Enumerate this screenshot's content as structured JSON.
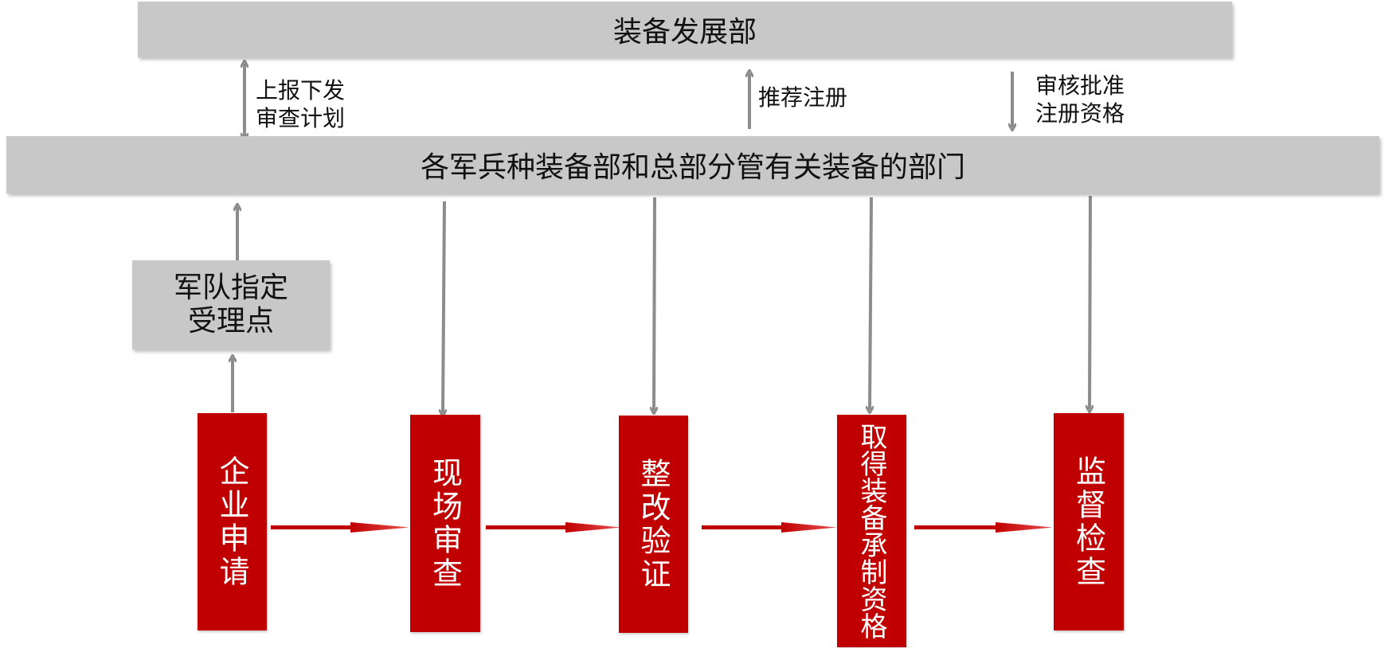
{
  "top_department": "装备发展部",
  "middle_department": "各军兵种装备部和总部分管有关装备的部门",
  "acceptance_point": "军队指定受理点",
  "labels": {
    "report_line1": "上报下发",
    "report_line2": "审查计划",
    "recommend": "推荐注册",
    "approve_line1": "审核批准",
    "approve_line2": "注册资格"
  },
  "steps": [
    {
      "label": "企业申请"
    },
    {
      "label": "现场审查"
    },
    {
      "label": "整改验证"
    },
    {
      "label": "取得装备承制资格"
    },
    {
      "label": "监督检查"
    }
  ],
  "colors": {
    "bar_gray": "#c8c8c8",
    "step_red": "#c00000",
    "connector_gray": "#8c8c8c",
    "flow_arrow_red": "#d93a3a"
  }
}
